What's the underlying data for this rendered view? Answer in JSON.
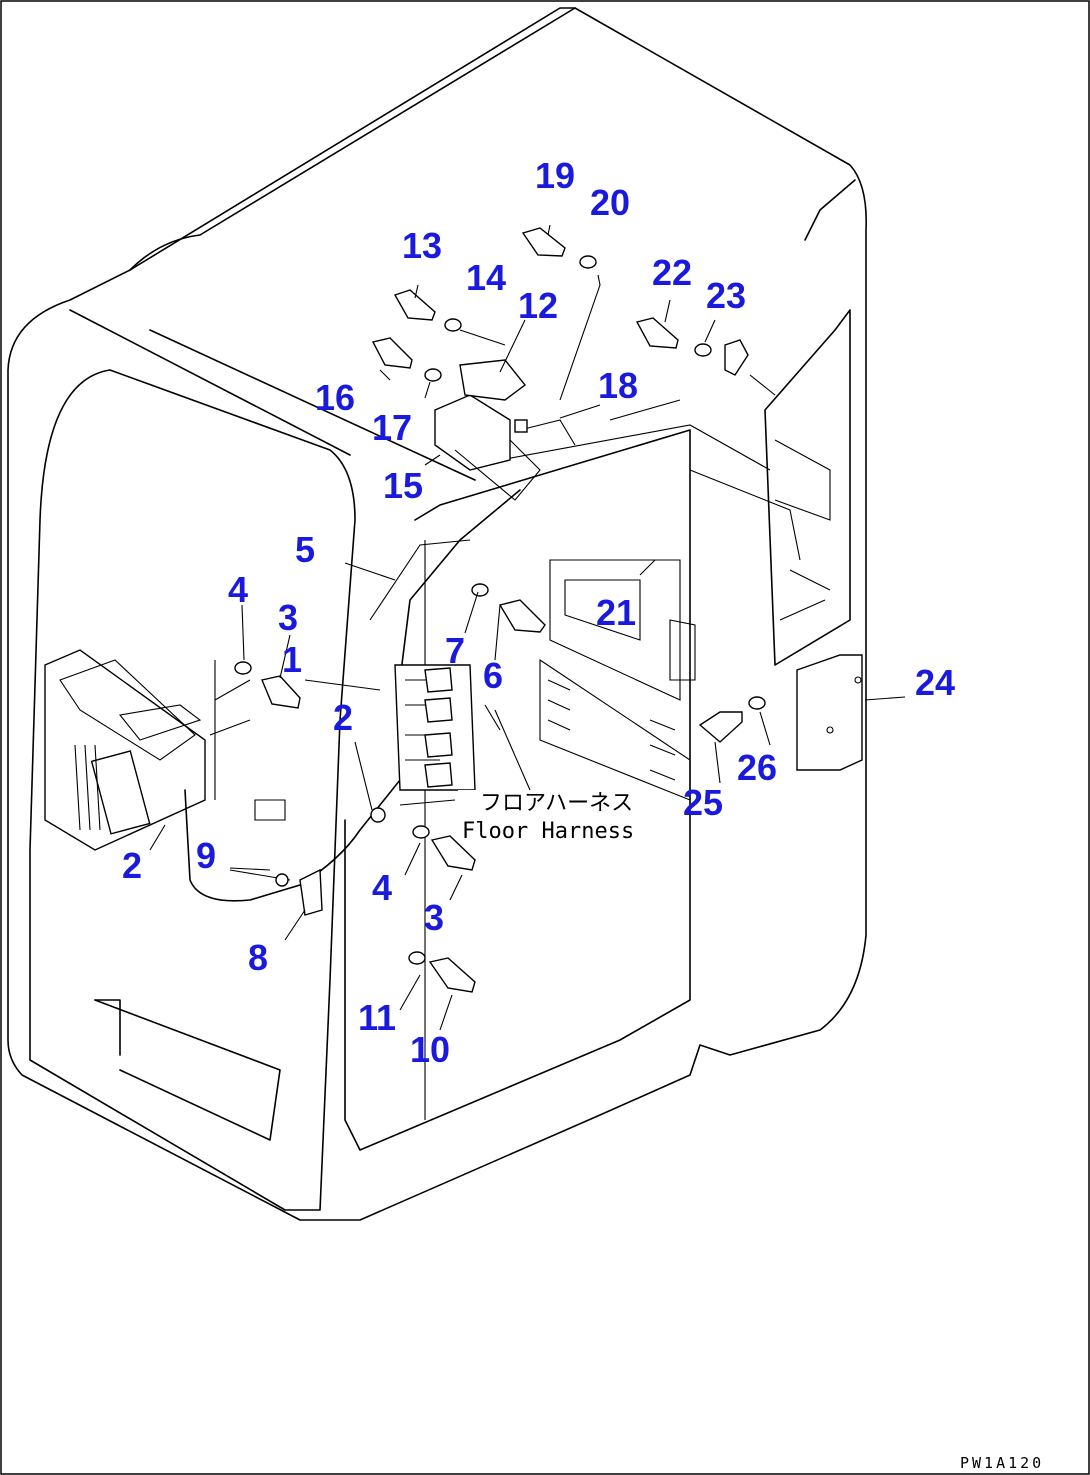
{
  "callouts": [
    "1",
    "2",
    "2",
    "3",
    "3",
    "4",
    "4",
    "5",
    "6",
    "7",
    "8",
    "9",
    "10",
    "11",
    "12",
    "13",
    "14",
    "15",
    "16",
    "17",
    "18",
    "19",
    "20",
    "21",
    "22",
    "23",
    "24",
    "25",
    "26"
  ],
  "harness_label_jp": "フロアハーネス",
  "harness_label_en": "Floor Harness",
  "drawing_code": "PW1A120"
}
